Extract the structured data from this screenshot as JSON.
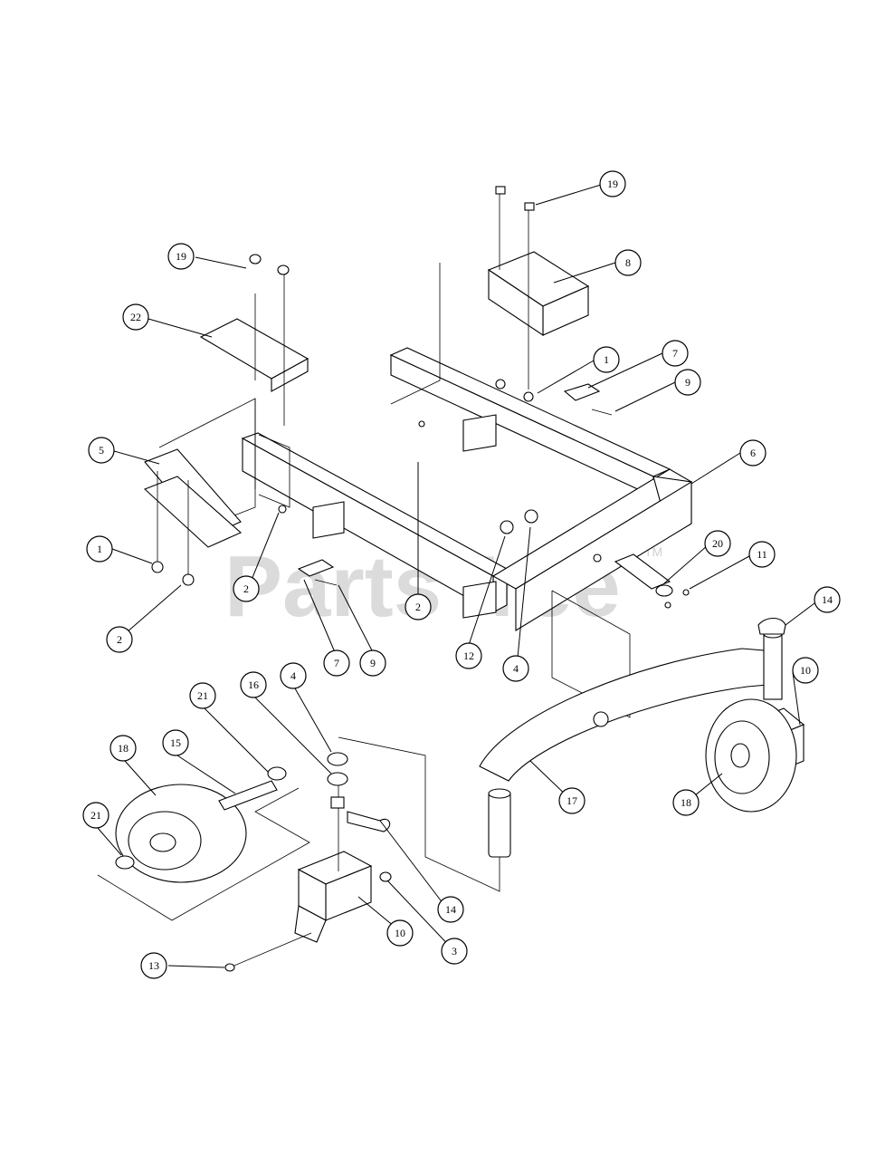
{
  "watermark": {
    "text": "PartsTree",
    "trademark": "TM"
  },
  "callouts": [
    {
      "label": "19"
    },
    {
      "label": "19"
    },
    {
      "label": "8"
    },
    {
      "label": "22"
    },
    {
      "label": "1"
    },
    {
      "label": "7"
    },
    {
      "label": "9"
    },
    {
      "label": "5"
    },
    {
      "label": "6"
    },
    {
      "label": "1"
    },
    {
      "label": "2"
    },
    {
      "label": "2"
    },
    {
      "label": "20"
    },
    {
      "label": "11"
    },
    {
      "label": "2"
    },
    {
      "label": "7"
    },
    {
      "label": "9"
    },
    {
      "label": "12"
    },
    {
      "label": "4"
    },
    {
      "label": "14"
    },
    {
      "label": "10"
    },
    {
      "label": "4"
    },
    {
      "label": "16"
    },
    {
      "label": "21"
    },
    {
      "label": "18"
    },
    {
      "label": "15"
    },
    {
      "label": "17"
    },
    {
      "label": "18"
    },
    {
      "label": "21"
    },
    {
      "label": "14"
    },
    {
      "label": "10"
    },
    {
      "label": "3"
    },
    {
      "label": "13"
    }
  ]
}
